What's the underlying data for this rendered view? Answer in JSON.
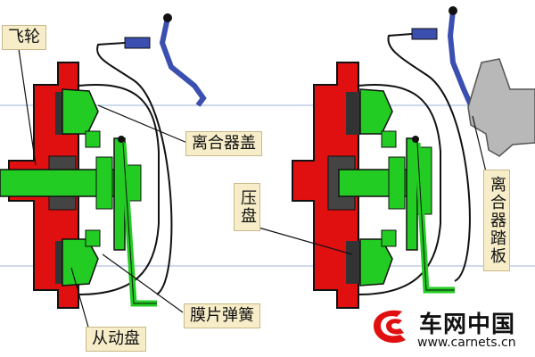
{
  "labels": {
    "flywheel": "飞轮",
    "clutch_cover": "离合器盖",
    "pressure_plate": "压盘",
    "diaphragm_spring": "膜片弹簧",
    "driven_disc": "从动盘",
    "clutch_pedal": "离合器踏板"
  },
  "watermark": {
    "brand": "车网中国",
    "url": "www.carnets.cn"
  },
  "colors": {
    "housing": "#e01010",
    "disc": "#22cc22",
    "friction": "#333333",
    "cable": "#111111",
    "pedal": "#3a4fb0",
    "label_bg": "#f7edc8",
    "guide_line": "#9fb3d9"
  },
  "icons": {
    "logo": "carnets-logo-icon",
    "shoe": "shoe-icon"
  }
}
